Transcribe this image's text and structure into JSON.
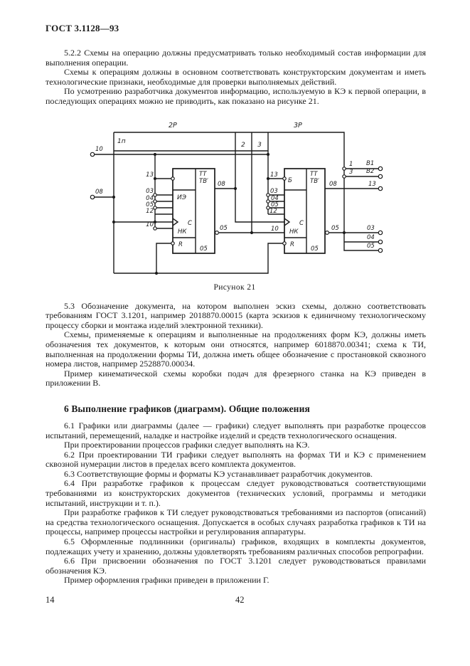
{
  "doc": {
    "header": "ГОСТ 3.1128—93",
    "sec5": {
      "p1": "5.2.2 Схемы на операцию должны предусматривать только необходимый состав информации для выполнения операции.",
      "p2": "Схемы к операциям должны в основном соответствовать конструкторским документам и иметь технологические признаки, необходимые для проверки выполняемых действий.",
      "p3": "По усмотрению разработчика документов информацию, используемую в КЭ к первой операции, в последующих операциях можно не приводить, как показано на рисунке 21.",
      "p4": "5.3 Обозначение документа, на котором выполнен эскиз схемы, должно соответствовать требованиям ГОСТ 3.1201, например 2018870.00015 (карта эскизов к единичному технологическому процессу сборки и монтажа изделий электронной техники).",
      "p5": "Схемы, применяемые к операциям и выполненные на продолжениях форм КЭ, должны иметь обозначения тех документов, к которым они относятся, например 6018870.00341; схема к ТИ, выполненная на продолжении формы ТИ, должна иметь общее обозначение с простановкой сквозного номера листов, например 2528870.00034.",
      "p6": "Пример кинематической схемы коробки подач для фрезерного станка на КЭ приведен в приложении В."
    },
    "sec6": {
      "heading": "6 Выполнение графиков (диаграмм). Общие положения",
      "p1": "6.1 Графики или диаграммы (далее — графики) следует выполнять при разработке процессов испытаний, перемещений, наладке и настройке изделий и средств технологического оснащения.",
      "p2": "При проектировании процессов графики следует выполнять на КЭ.",
      "p3": "6.2 При проектировании ТИ графики следует выполнять на формах ТИ и КЭ с применением сквозной нумерации листов в пределах всего комплекта документов.",
      "p4": "6.3 Соответствующие формы и форматы КЭ устанавливает разработчик документов.",
      "p5": "6.4 При разработке графиков к процессам следует руководствоваться соответствующими требованиями из конструкторских документов (технических условий, программы и методики испытаний, инструкции и т. п.).",
      "p6": "При разработке графиков к ТИ следует руководствоваться требованиями из паспортов (описаний) на средства технологического оснащения. Допускается в особых случаях разработка графиков к ТИ на процессы, например процессы настройки и регулирования аппаратуры.",
      "p7": "6.5 Оформленные подлинники (оригиналы) графиков, входящих в комплекты документов, подлежащих учету и хранению, должны удовлетворять требованиям различных способов репрографии.",
      "p8": "6.6 При присвоении обозначения по ГОСТ 3.1201 следует руководствоваться правилами обозначения КЭ.",
      "p9": "Пример оформления графики приведен в приложении Г."
    },
    "footer": {
      "page_left": "14",
      "page_center": "42"
    }
  },
  "figure": {
    "caption": "Рисунок 21",
    "labels": {
      "rail_2p": "2Р",
      "rail_3p": "3Р",
      "block_1p": "1п",
      "cell_2": "2",
      "cell_3": "3",
      "in_10": "10",
      "in_08": "08",
      "lb_13": "13",
      "lb_03": "03",
      "lb_04": "04",
      "lb_05": "05",
      "lb_12": "12",
      "lb_10": "10",
      "lb_ie": "ИЭ",
      "lb_c": "С",
      "lb_nk": "НК",
      "lb_r": "R",
      "lb_tt": "ТТ",
      "lb_tv": "ТВ′",
      "lb_out08": "08",
      "lb_out05": "05",
      "lb_bot05": "05",
      "rb_13": "13",
      "rb_b": "Б",
      "rb_03": "03",
      "rb_04": "04",
      "rb_05": "05",
      "rb_12": "12",
      "rb_10": "10",
      "rb_c": "С",
      "rb_nk": "НК",
      "rb_r": "R",
      "rb_tt": "ТТ",
      "rb_tv": "ТВ′",
      "rb_out08": "08",
      "rb_out05": "05",
      "rb_bot05": "05",
      "out_1": "1",
      "out_b1": "В1",
      "out_3": "3",
      "out_b2": "В2",
      "out_13": "13",
      "out_03": "03",
      "out_04": "04",
      "out_05": "05"
    }
  }
}
